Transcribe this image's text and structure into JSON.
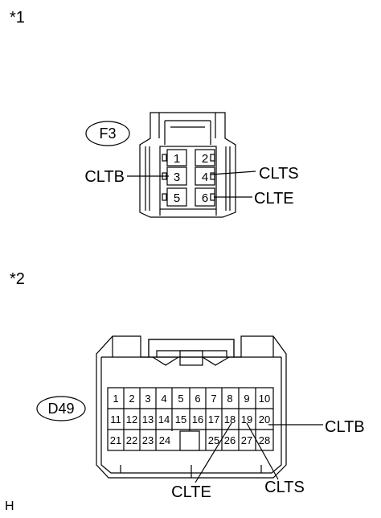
{
  "labels": {
    "section1": "*1",
    "section2": "*2",
    "corner": "H"
  },
  "connector1": {
    "name": "F3",
    "pins": [
      "1",
      "2",
      "3",
      "4",
      "5",
      "6"
    ],
    "signals": {
      "pin3": "CLTB",
      "pin4": "CLTS",
      "pin6": "CLTE"
    }
  },
  "connector2": {
    "name": "D49",
    "pins_row1": [
      "1",
      "2",
      "3",
      "4",
      "5",
      "6",
      "7",
      "8",
      "9",
      "10"
    ],
    "pins_row2": [
      "11",
      "12",
      "13",
      "14",
      "15",
      "16",
      "17",
      "18",
      "19",
      "20"
    ],
    "pins_row3": [
      "21",
      "22",
      "23",
      "24",
      "25",
      "26",
      "27",
      "28"
    ],
    "signals": {
      "pin20": "CLTB",
      "pin18": "CLTE",
      "pin19": "CLTS"
    }
  }
}
